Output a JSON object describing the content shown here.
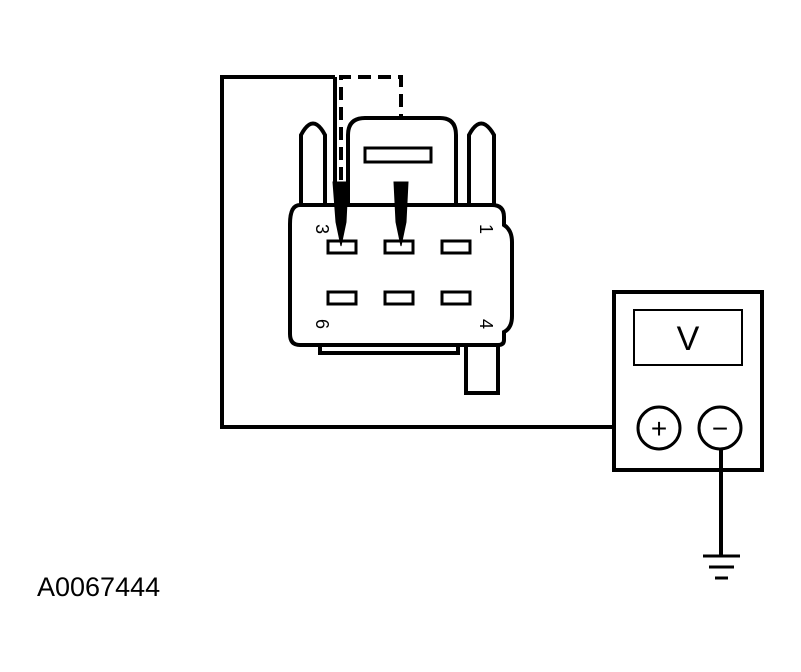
{
  "connector": {
    "pin_labels": {
      "pin1": "1",
      "pin3": "3",
      "pin4": "4",
      "pin6": "6"
    }
  },
  "meter": {
    "display": "V",
    "positive_symbol": "+",
    "negative_symbol": "−"
  },
  "figure_id": "A0067444",
  "colors": {
    "line": "#000000",
    "background": "#ffffff"
  }
}
